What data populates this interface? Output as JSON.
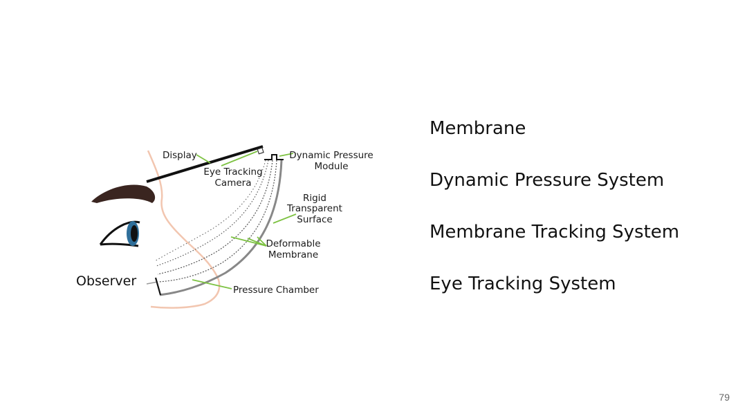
{
  "slide": {
    "page_number": "79",
    "bullets": [
      "Membrane",
      "Dynamic Pressure System",
      "Membrane Tracking System",
      "Eye Tracking System"
    ]
  },
  "diagram": {
    "labels": {
      "display": "Display",
      "eye_tracking_camera_1": "Eye Tracking",
      "eye_tracking_camera_2": "Camera",
      "dynamic_pressure_module_1": "Dynamic Pressure",
      "dynamic_pressure_module_2": "Module",
      "rigid_surface_1": "Rigid",
      "rigid_surface_2": "Transparent",
      "rigid_surface_3": "Surface",
      "deformable_membrane_1": "Deformable",
      "deformable_membrane_2": "Membrane",
      "observer": "Observer",
      "pressure_chamber": "Pressure Chamber"
    },
    "colors": {
      "leader_line": "#7dc242",
      "face_outline": "#f2c6b0",
      "eyebrow": "#3a2520",
      "iris": "#2f6f9a",
      "rigid_surface": "#888888",
      "display_panel": "#111111"
    }
  }
}
